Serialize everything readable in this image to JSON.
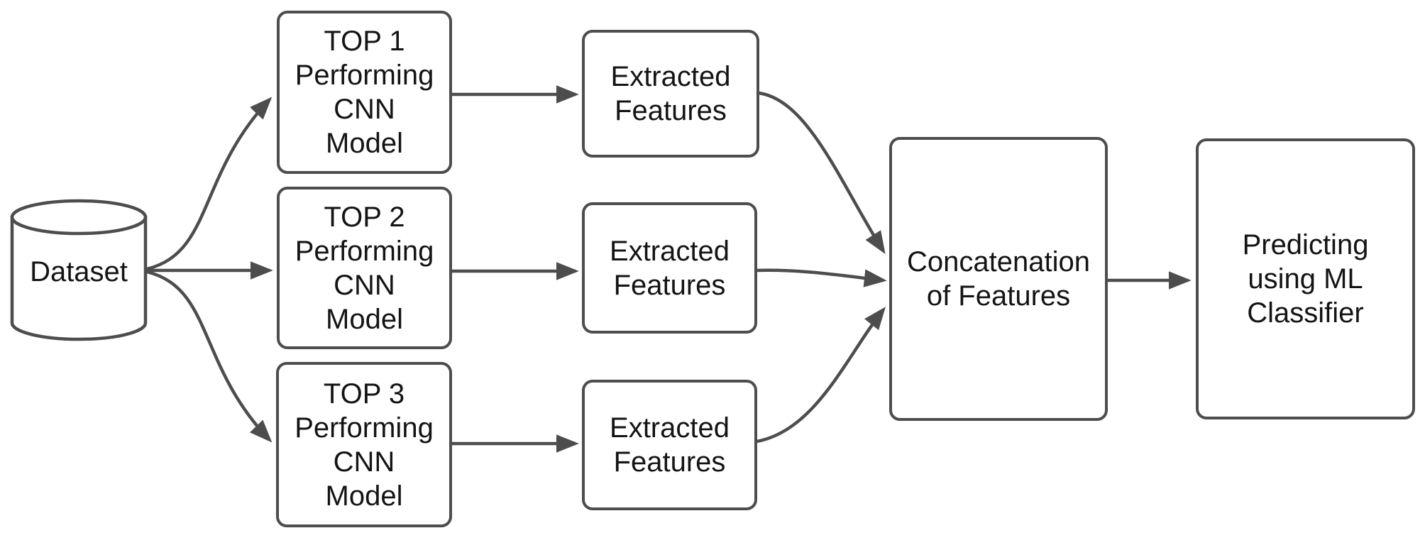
{
  "diagram": {
    "colors": {
      "stroke": "#4d4d4d",
      "text": "#141414",
      "background": "#ffffff"
    },
    "nodes": {
      "dataset": {
        "label": "Dataset",
        "shape": "cylinder"
      },
      "top1": {
        "label": "TOP 1\nPerforming\nCNN\nModel",
        "shape": "rounded-rect"
      },
      "top2": {
        "label": "TOP 2\nPerforming\nCNN\nModel",
        "shape": "rounded-rect"
      },
      "top3": {
        "label": "TOP 3\nPerforming\nCNN\nModel",
        "shape": "rounded-rect"
      },
      "extracted1": {
        "label": "Extracted\nFeatures",
        "shape": "rounded-rect"
      },
      "extracted2": {
        "label": "Extracted\nFeatures",
        "shape": "rounded-rect"
      },
      "extracted3": {
        "label": "Extracted\nFeatures",
        "shape": "rounded-rect"
      },
      "concatenation": {
        "label": "Concatenation\nof Features",
        "shape": "rounded-rect"
      },
      "predicting": {
        "label": "Predicting\nusing ML\nClassifier",
        "shape": "rounded-rect"
      }
    },
    "edges": [
      {
        "from": "dataset",
        "to": "top1"
      },
      {
        "from": "dataset",
        "to": "top2"
      },
      {
        "from": "dataset",
        "to": "top3"
      },
      {
        "from": "top1",
        "to": "extracted1"
      },
      {
        "from": "top2",
        "to": "extracted2"
      },
      {
        "from": "top3",
        "to": "extracted3"
      },
      {
        "from": "extracted1",
        "to": "concatenation"
      },
      {
        "from": "extracted2",
        "to": "concatenation"
      },
      {
        "from": "extracted3",
        "to": "concatenation"
      },
      {
        "from": "concatenation",
        "to": "predicting"
      }
    ]
  }
}
